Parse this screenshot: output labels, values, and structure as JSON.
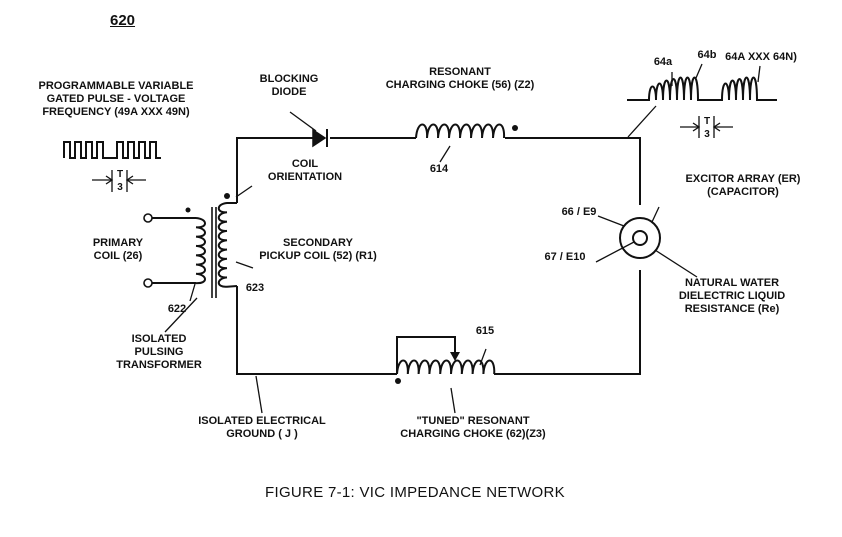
{
  "figure_number": "620",
  "caption": "FIGURE 7-1: VIC IMPEDANCE NETWORK",
  "labels": {
    "pulse_input": "PROGRAMMABLE VARIABLE\nGATED PULSE - VOLTAGE\nFREQUENCY (49A XXX 49N)",
    "period_left": "T\n3",
    "blocking_diode": "BLOCKING\nDIODE",
    "resonant_choke_top": "RESONANT\nCHARGING CHOKE (56) (Z2)",
    "ref_614": "614",
    "ref_64a": "64a",
    "ref_64b": "64b",
    "ref_64range": "64A XXX 64N)",
    "period_right": "T\n3",
    "coil_orientation": "COIL\nORIENTATION",
    "primary_coil": "PRIMARY\nCOIL (26)",
    "secondary_coil": "SECONDARY\nPICKUP COIL (52) (R1)",
    "ref_623": "623",
    "ref_622": "622",
    "pulsing_transformer": "ISOLATED\nPULSING\nTRANSFORMER",
    "excitor_array": "EXCITOR ARRAY (ER)\n(CAPACITOR)",
    "ref_66": "66 / E9",
    "ref_67": "67 / E10",
    "water_resistance": "NATURAL WATER\nDIELECTRIC LIQUID\nRESISTANCE (Re)",
    "ref_615": "615",
    "ground": "ISOLATED ELECTRICAL\nGROUND ( J )",
    "tuned_choke": "\"TUNED\" RESONANT\nCHARGING CHOKE (62)(Z3)"
  }
}
